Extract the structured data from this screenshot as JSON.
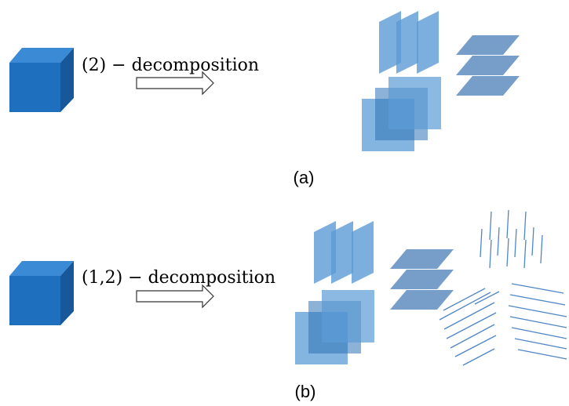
{
  "panel_a": {
    "label": "(2) − decomposition",
    "caption": "(a)"
  },
  "panel_b": {
    "label": "(1,2) − decomposition",
    "caption": "(b)"
  },
  "colors": {
    "cube_front": "#1f6fbf",
    "cube_top": "#3a8ad6",
    "cube_side": "#17579a",
    "slice_light": "#5b9bd5",
    "slice_mid": "#2e75b6",
    "slice_gray": "#4a7eb5",
    "fiber": "#4f86c6"
  }
}
